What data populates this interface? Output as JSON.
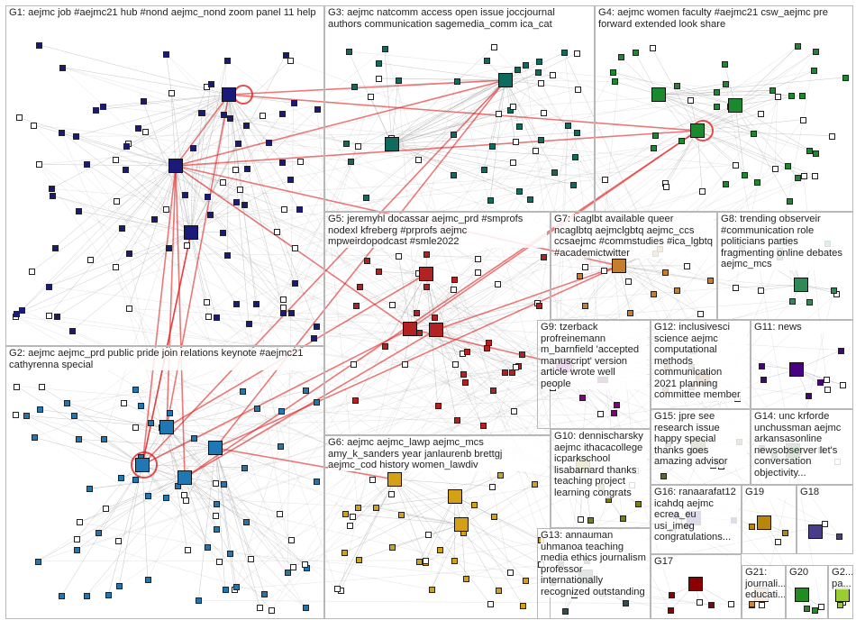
{
  "groups": [
    {
      "id": "G1",
      "label": "G1: aejmc job #aejmc21 hub #nond aejmc_nond zoom panel 11 help",
      "color": "#1a1a7a"
    },
    {
      "id": "G2",
      "label": "G2: aejmc aejmc_prd public pride join relations keynote #aejmc21 cathyrenna special",
      "color": "#1f78b4"
    },
    {
      "id": "G3",
      "label": "G3: aejmc natcomm access open issue joccjournal authors communication sagemedia_comm ica_cat",
      "color": "#0e6b5e"
    },
    {
      "id": "G4",
      "label": "G4: aejmc women faculty #aejmc21 csw_aejmc pre forward extended look share",
      "color": "#1b8a2e"
    },
    {
      "id": "G5",
      "label": "G5: jeremyhl docassar aejmc_prd #smprofs nodexl kfreberg #prprofs aejmc mpweirdopodcast #smle2022",
      "color": "#b22222"
    },
    {
      "id": "G6",
      "label": "G6: aejmc aejmc_lawp aejmc_mcs amy_k_sanders year janlaurenb brettgj aejmc_cod history women_lawdiv",
      "color": "#d4a017"
    },
    {
      "id": "G7",
      "label": "G7: icaglbt available queer ncaglbtq aejmclgbtq aejmc_ccs ccsaejmc #commstudies #ica_lgbtq #academictwitter",
      "color": "#c77d2e"
    },
    {
      "id": "G8",
      "label": "G8: trending observeir #communication role politicians parties fragmenting online debates aejmc_mcs",
      "color": "#2e8b57"
    },
    {
      "id": "G9",
      "label": "G9: tzerback profreinemann m_barnfield 'accepted manuscript' version article wrote well people",
      "color": "#800080"
    },
    {
      "id": "G10",
      "label": "G10: dennischarsky aejmc ithacacollege icparkschool lisabarnard thanks teaching project learning congrats",
      "color": "#808000"
    },
    {
      "id": "G11",
      "label": "G11: news",
      "color": "#4b0082"
    },
    {
      "id": "G12",
      "label": "G12: inclusivesci science aejmc computational methods communication 2021 planning committee member",
      "color": "#8b4513"
    },
    {
      "id": "G13",
      "label": "G13: annauman uhmanoa teaching media ethics journalism professor internationally recognized outstanding",
      "color": "#2f4f4f"
    },
    {
      "id": "G14",
      "label": "G14: unc krforde unchussman aejmc arkansasonline newsobserver let's conversation objectivity...",
      "color": "#006400"
    },
    {
      "id": "G15",
      "label": "G15: jpre see research issue happy special thanks goes amazing advisor",
      "color": "#556b2f"
    },
    {
      "id": "G16",
      "label": "G16: ranaarafat12 icahdq aejmc ecrea_eu usi_imeg congratulations...",
      "color": "#191970"
    },
    {
      "id": "G17",
      "label": "G17",
      "color": "#8b0000"
    },
    {
      "id": "G18",
      "label": "G18",
      "color": "#483d8b"
    },
    {
      "id": "G19",
      "label": "G19",
      "color": "#b8860b"
    },
    {
      "id": "G20",
      "label": "G20",
      "color": "#228b22"
    },
    {
      "id": "G21",
      "label": "G21: journali... educati...",
      "color": "#cd853f"
    },
    {
      "id": "G22",
      "label": "G2... pa...",
      "color": "#9acd32"
    }
  ],
  "colors": {
    "edge": "#9a9a9a",
    "hubEdge": "#e02020",
    "box": "#b8b8b8"
  }
}
